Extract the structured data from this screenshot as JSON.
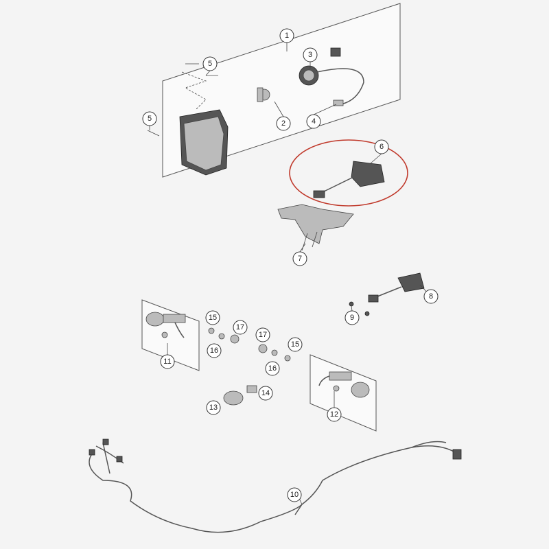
{
  "diagram": {
    "title": "Lighting system exploded parts diagram",
    "highlight_color": "#c0392b",
    "highlighted_part": "6",
    "callouts": {
      "c1": "1",
      "c2": "2",
      "c3": "3",
      "c4": "4",
      "c5a": "5",
      "c5b": "5",
      "c6": "6",
      "c7": "7",
      "c8": "8",
      "c9": "9",
      "c10": "10",
      "c11": "11",
      "c12": "12",
      "c13": "13",
      "c14": "14",
      "c15a": "15",
      "c15b": "15",
      "c16a": "16",
      "c16b": "16",
      "c17a": "17",
      "c17b": "17"
    }
  }
}
